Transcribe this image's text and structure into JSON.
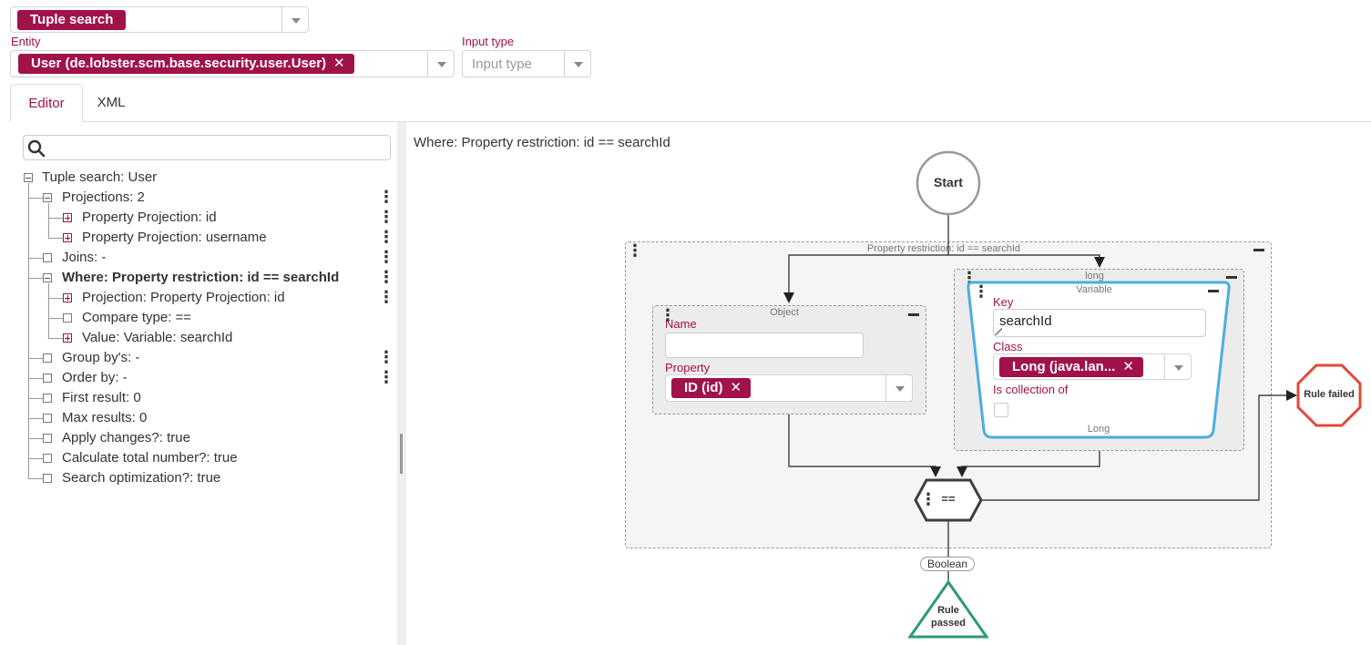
{
  "type_select": {
    "value": "Tuple search"
  },
  "entity": {
    "label": "Entity",
    "value": "User (de.lobster.scm.base.security.user.User)"
  },
  "input_type": {
    "label": "Input type",
    "placeholder": "Input type"
  },
  "tabs": [
    {
      "label": "Editor"
    },
    {
      "label": "XML"
    }
  ],
  "tree": {
    "root": "Tuple search: User",
    "items": [
      {
        "label": "Projections: 2"
      },
      {
        "label": "Property Projection: id"
      },
      {
        "label": "Property Projection: username"
      },
      {
        "label": "Joins: -"
      },
      {
        "label": "Where: Property restriction: id == searchId"
      },
      {
        "label": "Projection: Property Projection: id"
      },
      {
        "label": "Compare type: =="
      },
      {
        "label": "Value: Variable: searchId"
      },
      {
        "label": "Group by's: -"
      },
      {
        "label": "Order by: -"
      },
      {
        "label": "First result: 0"
      },
      {
        "label": "Max results: 0"
      },
      {
        "label": "Apply changes?: true"
      },
      {
        "label": "Calculate total number?: true"
      },
      {
        "label": "Search optimization?: true"
      }
    ]
  },
  "diagram": {
    "header": "Where: Property restriction: id == searchId",
    "start": "Start",
    "restriction_title": "Property restriction: id == searchId",
    "object": {
      "title": "Object",
      "name_label": "Name",
      "name_value": "",
      "property_label": "Property",
      "property_value": "ID (id)"
    },
    "long_title": "long",
    "variable": {
      "title": "Variable",
      "key_label": "Key",
      "key_value": "searchId",
      "class_label": "Class",
      "class_value": "Long (java.lan...",
      "collection_label": "Is collection of",
      "footer": "Long"
    },
    "operator": "==",
    "boolean": "Boolean",
    "rule_failed": "Rule failed",
    "rule_passed_1": "Rule",
    "rule_passed_2": "passed"
  },
  "colors": {
    "accent": "#a0124a",
    "variable_border": "#4aaee0",
    "failed": "#e04a3a",
    "passed": "#2e9a70"
  }
}
